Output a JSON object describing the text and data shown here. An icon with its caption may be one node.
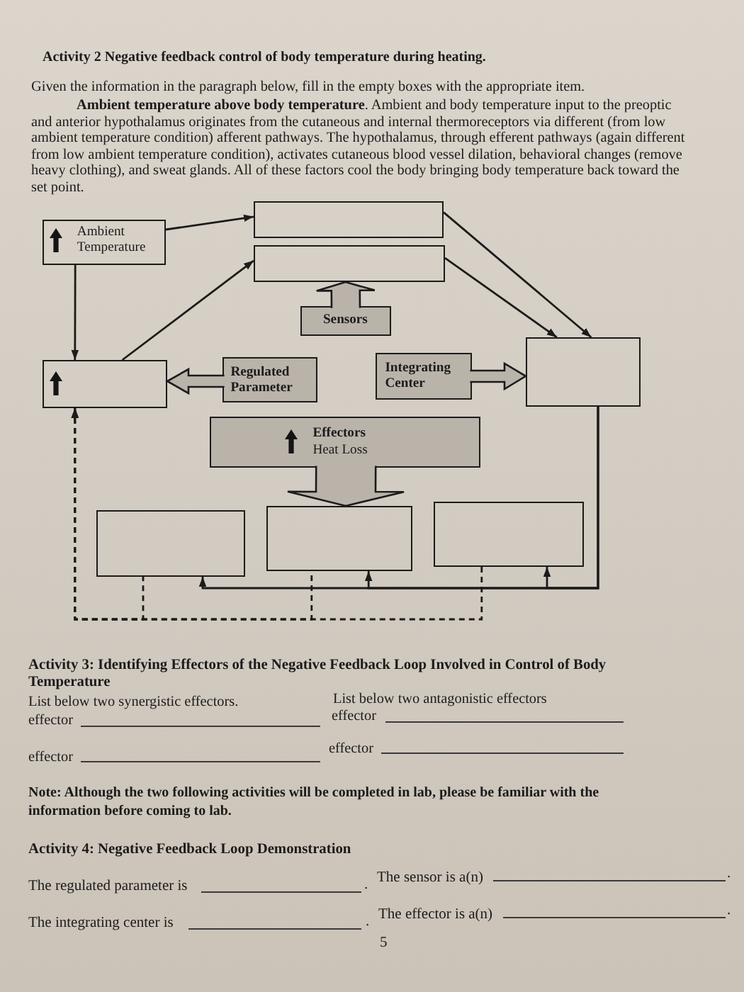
{
  "diagram": {
    "title": "Activity 2 Negative feedback control of body temperature during heating.",
    "nodes": [
      {
        "text": [
          "Ambient Temperature"
        ]
      },
      {
        "text": [],
        "shape": "box"
      },
      {
        "text": [],
        "shape": "box"
      },
      {
        "text": [
          "Sensors"
        ]
      },
      {
        "text": [],
        "shape": "box"
      },
      {
        "text": [
          "Regulated Parameter"
        ]
      },
      {
        "text": [
          "Integrating Center"
        ]
      },
      {
        "text": [],
        "shape": "box"
      },
      {
        "text": [
          "Effectors",
          "Heat Loss"
        ]
      },
      {
        "text": [],
        "shape": "box"
      },
      {
        "text": [],
        "shape": "box"
      },
      {
        "text": [],
        "shape": "box"
      }
    ],
    "edges": [
      {
        "from": 0,
        "to": 1,
        "arrow": "to"
      },
      {
        "from": 0,
        "to": 4,
        "arrow": "to"
      },
      {
        "from": 4,
        "to": 2,
        "arrow": "to"
      },
      {
        "from": 1,
        "to": 7,
        "arrow": "to"
      },
      {
        "from": 2,
        "to": 7,
        "arrow": "to"
      },
      {
        "from": 7,
        "to": 9,
        "arrow": "to"
      },
      {
        "from": 7,
        "to": 10,
        "arrow": "to"
      },
      {
        "from": 7,
        "to": 11,
        "arrow": "to"
      },
      {
        "from": 9,
        "to": 4,
        "arrow": "to",
        "style": "dashed"
      },
      {
        "from": 10,
        "to": 4,
        "arrow": "to",
        "style": "dashed"
      },
      {
        "from": 11,
        "to": 4,
        "arrow": "to",
        "style": "dashed"
      },
      {
        "from": 3,
        "to": 2,
        "arrow": "to",
        "style": "thick"
      },
      {
        "from": 5,
        "to": 4,
        "arrow": "to",
        "style": "thick"
      },
      {
        "from": 6,
        "to": 7,
        "arrow": "to",
        "style": "thick"
      },
      {
        "from": 8,
        "to": 10,
        "arrow": "to",
        "style": "thick"
      }
    ],
    "labels": [
      "Given the information in the paragraph below, fill in the empty boxes with the appropriate item.",
      "**Ambient temperature above body temperature**. Ambient and body temperature input to the preoptic and anterior hypothalamus originates from the cutaneous and internal thermoreceptors via different (from low ambient temperature condition) afferent pathways. The hypothalamus, through efferent pathways (again different from low ambient temperature condition), activates cutaneous blood vessel dilation, behavioral changes (remove heavy clothing), and sweat glands. All of these factors cool the body bringing body temperature back toward the set point.",
      "Activity 3: Identifying Effectors of the Negative Feedback Loop Involved in Control of Body Temperature",
      "List below two synergistic effectors.",
      "List below two antagonistic effectors",
      "effector",
      "effector",
      "effector",
      "effector",
      "Note: Although the two following activities will be completed in lab, please be familiar with the information before coming to lab.",
      "Activity 4: Negative Feedback Loop Demonstration",
      "The regulated parameter is",
      ".",
      "The sensor is a(n)",
      ".",
      "The integrating center is",
      ".",
      "The effector is a(n)",
      ".",
      "5"
    ]
  }
}
